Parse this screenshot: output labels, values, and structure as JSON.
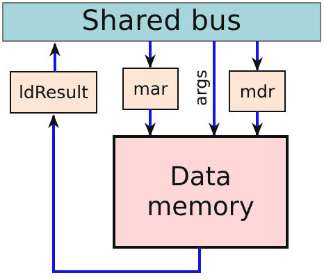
{
  "colors": {
    "bus_fill": "#a6d6dc",
    "register_fill": "#fde6d6",
    "memory_fill": "#ffd7d7",
    "wire": "#1616e0",
    "outline": "#111111"
  },
  "bus": {
    "label": "Shared bus"
  },
  "registers": {
    "ldresult": "ldResult",
    "mar": "mar",
    "mdr": "mdr"
  },
  "signals": {
    "args": "args"
  },
  "memory": {
    "line1": "Data",
    "line2": "memory"
  },
  "icons": {
    "arrowhead": "black-arrowhead-icon"
  }
}
